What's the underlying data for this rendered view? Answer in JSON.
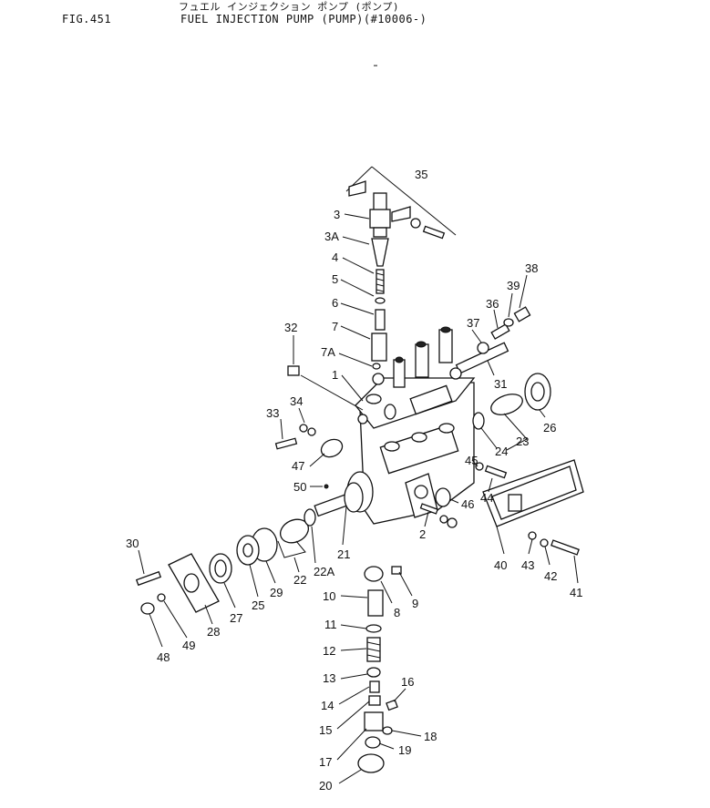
{
  "header": {
    "fig_number": "FIG.451",
    "title_jp": "フュエル インジェクション ポンプ (ポンプ)",
    "title_en": "FUEL INJECTION PUMP (PUMP)(#10006-)"
  },
  "callouts": [
    "35",
    "3",
    "3A",
    "4",
    "5",
    "6",
    "7",
    "32",
    "7A",
    "1",
    "34",
    "33",
    "47",
    "50",
    "38",
    "39",
    "36",
    "37",
    "31",
    "26",
    "23",
    "24",
    "45",
    "44",
    "46",
    "2",
    "21",
    "22A",
    "22",
    "29",
    "25",
    "27",
    "28",
    "30",
    "49",
    "48",
    "40",
    "43",
    "42",
    "41",
    "8",
    "9",
    "10",
    "11",
    "12",
    "13",
    "14",
    "15",
    "16",
    "17",
    "18",
    "19",
    "20"
  ]
}
